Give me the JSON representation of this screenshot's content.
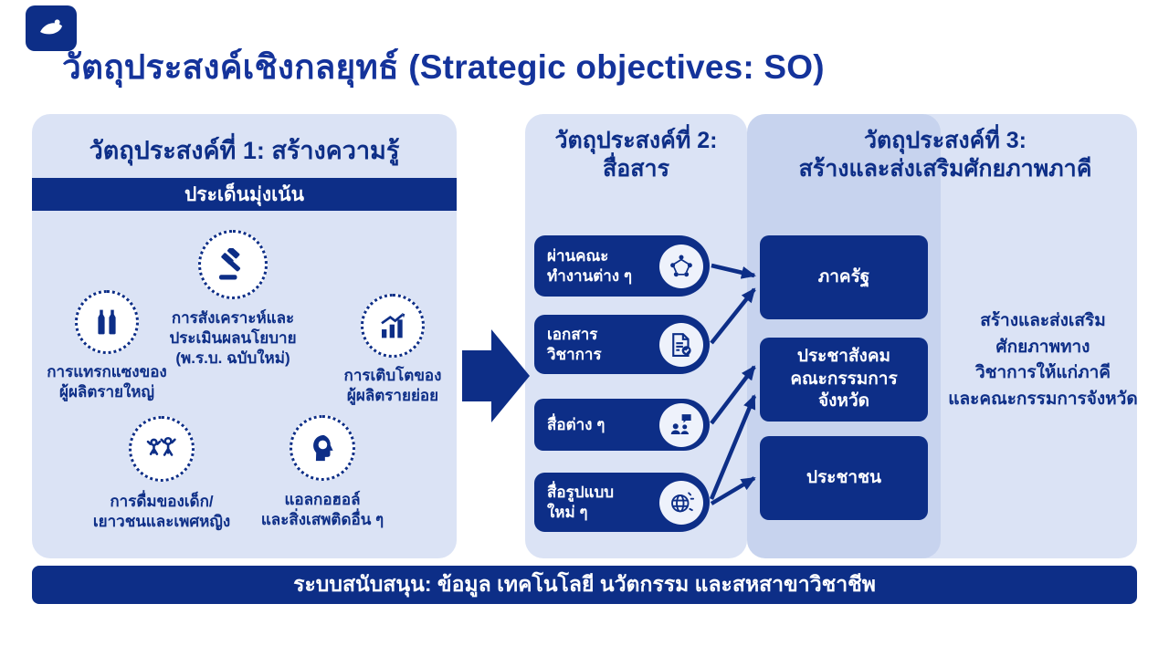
{
  "title": "วัตถุประสงค์เชิงกลยุทธ์ (Strategic objectives: SO)",
  "colors": {
    "primary_navy": "#0d2e87",
    "title_blue": "#14339b",
    "panel_light": "#dbe3f5",
    "panel_mid": "#c7d3ee",
    "text_on_navy": "#ffffff"
  },
  "panel1": {
    "header": "วัตถุประสงค์ที่ 1: สร้างความรู้",
    "bar": "ประเด็นมุ่งเน้น",
    "items": [
      {
        "icon": "gavel-icon",
        "label": "การสังเคราะห์และ\nประเมินผลนโยบาย\n(พ.ร.บ. ฉบับใหม่)"
      },
      {
        "icon": "bottles-icon",
        "label": "การแทรกแซงของ\nผู้ผลิตรายใหญ่"
      },
      {
        "icon": "growth-chart-icon",
        "label": "การเติบโตของ\nผู้ผลิตรายย่อย"
      },
      {
        "icon": "youth-people-icon",
        "label": "การดื่มของเด็ก/\nเยาวชนและเพศหญิง"
      },
      {
        "icon": "head-alcohol-icon",
        "label": "แอลกอฮอล์\nและสิ่งเสพติดอื่น ๆ"
      }
    ]
  },
  "panel2": {
    "header": "วัตถุประสงค์ที่ 2:\nสื่อสาร",
    "pills": [
      {
        "icon": "people-network-icon",
        "label": "ผ่านคณะ\nทำงานต่าง ๆ"
      },
      {
        "icon": "document-check-icon",
        "label": "เอกสาร\nวิชาการ"
      },
      {
        "icon": "social-media-icon",
        "label": "สื่อต่าง ๆ"
      },
      {
        "icon": "globe-media-icon",
        "label": "สื่อรูปแบบ\nใหม่ ๆ"
      }
    ]
  },
  "panel3": {
    "header": "วัตถุประสงค์ที่ 3:\nสร้างและส่งเสริมศักยภาพภาคี",
    "boxes": [
      "ภาครัฐ",
      "ประชาสังคม\nคณะกรรมการ\nจังหวัด",
      "ประชาชน"
    ],
    "side_note": "สร้างและส่งเสริม\nศักยภาพทาง\nวิชาการให้แก่ภาคี\nและคณะกรรมการจังหวัด"
  },
  "footer": "ระบบสนับสนุน: ข้อมูล เทคโนโลยี นวัตกรรม และสหสาขาวิชาชีพ"
}
